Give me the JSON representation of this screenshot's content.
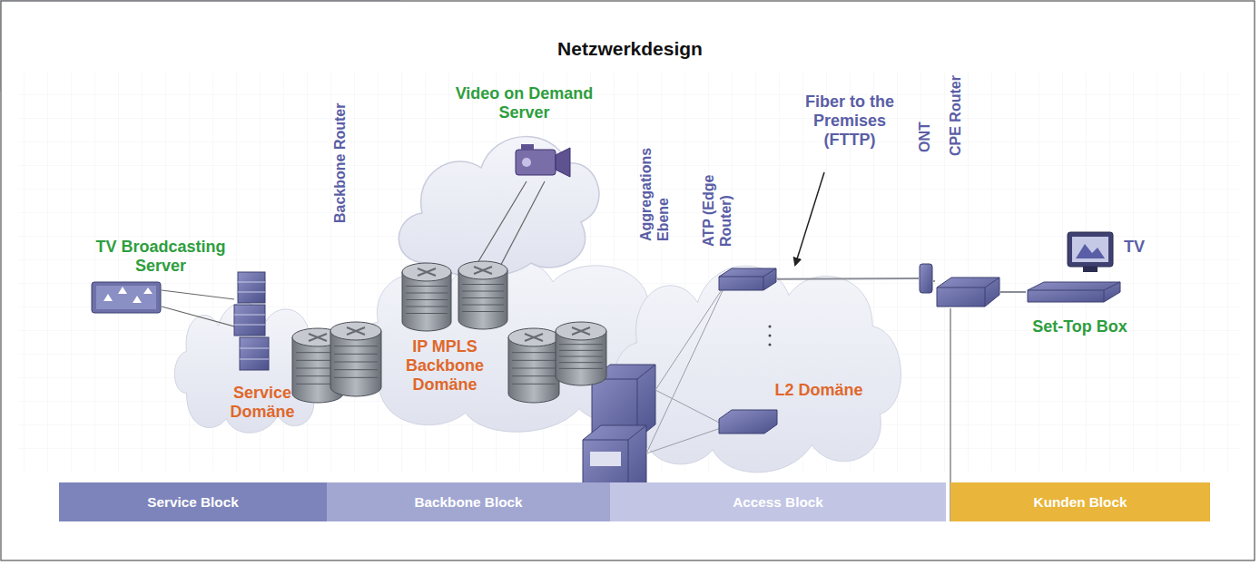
{
  "diagram": {
    "title": "Netzwerkdesign",
    "nodes": [
      {
        "text": [
          "TV Broadcasting Server"
        ]
      },
      {
        "text": [
          "Service Domäne"
        ]
      },
      {
        "text": [
          "IP MPLS Backbone Domäne"
        ]
      },
      {
        "text": [
          "Video on Demand Server"
        ]
      },
      {
        "text": [
          "L2 Domäne"
        ]
      },
      {
        "text": [
          "ATP (Edge Router)"
        ]
      },
      {
        "text": [
          "ONT"
        ]
      },
      {
        "text": [
          "CPE Router"
        ]
      },
      {
        "text": [
          "Set-Top Box"
        ]
      },
      {
        "text": [
          "TV"
        ]
      },
      {
        "text": [
          "Service Block"
        ]
      },
      {
        "text": [
          "Backbone Block"
        ]
      },
      {
        "text": [
          "Access Block"
        ]
      },
      {
        "text": [
          "Kunden Block"
        ]
      }
    ],
    "edges": [
      {
        "from": 5,
        "to": 6,
        "arrow": "none"
      },
      {
        "from": 6,
        "to": 7,
        "arrow": "none"
      },
      {
        "from": 7,
        "to": 8,
        "arrow": "none"
      }
    ],
    "labels": [
      "Backbone Router",
      "Aggregations Ebene",
      "Fiber to the Premises (FTTP)"
    ]
  }
}
